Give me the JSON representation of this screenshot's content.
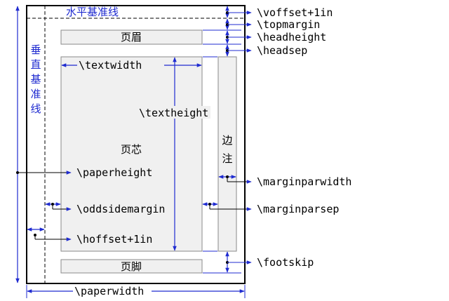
{
  "colors": {
    "page_border": "#000000",
    "box_fill": "#f0f0f0",
    "box_stroke": "#8a8a8a",
    "dimension": "#1f2bd0",
    "guide": "#000000"
  },
  "labels": {
    "horizontal_baseline": "水平基准线",
    "vertical_baseline": [
      "垂",
      "直",
      "基",
      "准",
      "线"
    ],
    "header": "页眉",
    "body": "页芯",
    "footer": "页脚",
    "marginal_note": [
      "边",
      "注"
    ]
  },
  "params": {
    "voffset": "\\voffset+1in",
    "topmargin": "\\topmargin",
    "headheight": "\\headheight",
    "headsep": "\\headsep",
    "textwidth": "\\textwidth",
    "textheight": "\\textheight",
    "paperheight": "\\paperheight",
    "oddsidemargin": "\\oddsidemargin",
    "hoffset": "\\hoffset+1in",
    "marginparwidth": "\\marginparwidth",
    "marginparsep": "\\marginparsep",
    "footskip": "\\footskip",
    "paperwidth": "\\paperwidth"
  }
}
